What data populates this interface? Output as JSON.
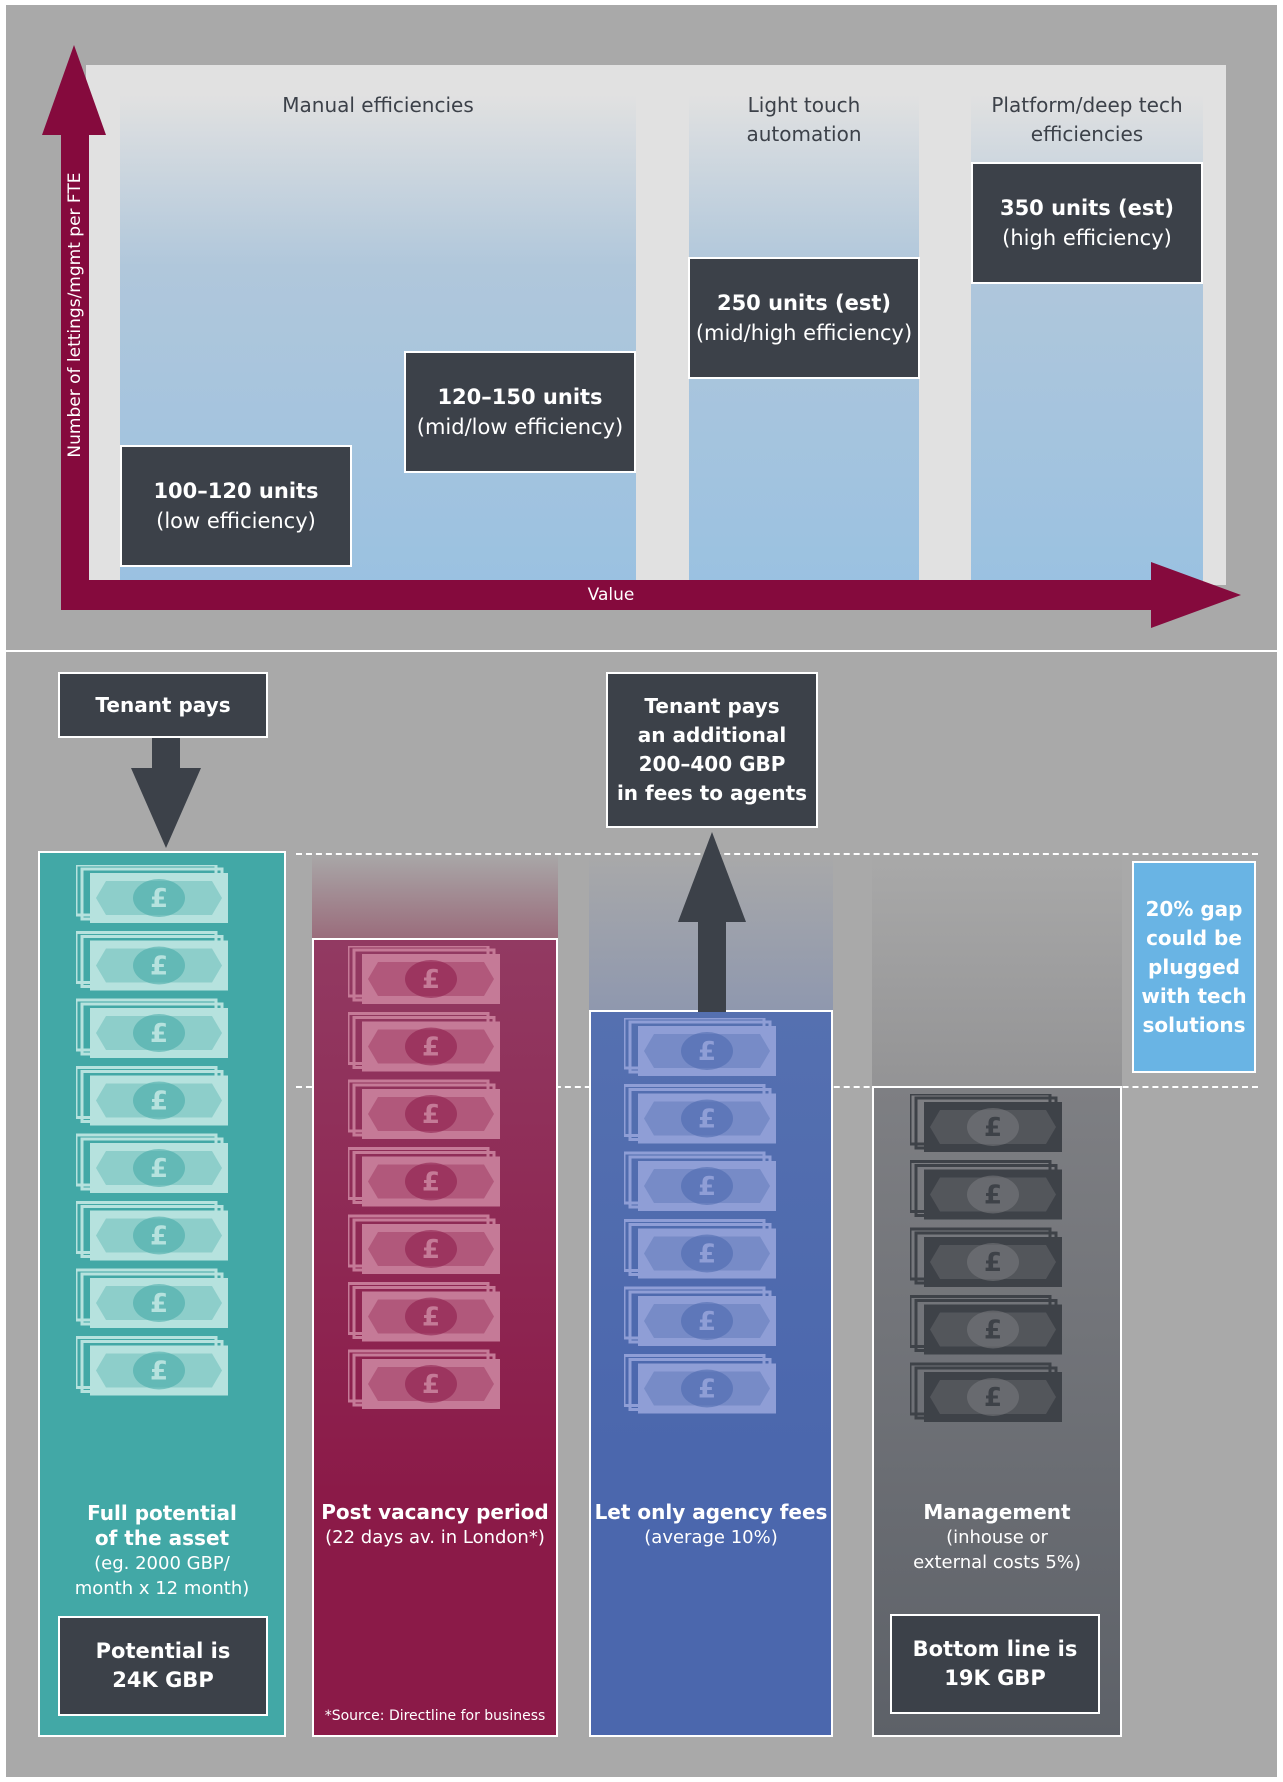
{
  "top_chart": {
    "y_axis_label": "Number of lettings/mgmt per FTE",
    "x_axis_label": "Value",
    "columns": [
      {
        "label": "Manual efficiencies"
      },
      {
        "label": "Light touch automation",
        "line1": "Light touch",
        "line2": "automation"
      },
      {
        "label": "Platform/deep tech efficiencies",
        "line1": "Platform/deep tech",
        "line2": "efficiencies"
      }
    ],
    "boxes": [
      {
        "units": "100–120 units",
        "note": "(low efficiency)"
      },
      {
        "units": "120–150 units",
        "note": "(mid/low efficiency)"
      },
      {
        "units": "250 units (est)",
        "note": "(mid/high efficiency)"
      },
      {
        "units": "350 units (est)",
        "note": "(high efficiency)"
      }
    ]
  },
  "bottom_diagram": {
    "tenant_pays": "Tenant pays",
    "tenant_pays_additional": [
      "Tenant pays",
      "an additional",
      "200–400 GBP",
      "in fees to agents"
    ],
    "gap_note": [
      "20% gap",
      "could be",
      "plugged",
      "with tech",
      "solutions"
    ],
    "bars": [
      {
        "title1": "Full potential",
        "title2": "of the asset",
        "sub1": "(eg. 2000 GBP/",
        "sub2": "month x 12 month)",
        "notes_count": 8
      },
      {
        "title1": "Post vacancy period",
        "sub1": "(22 days av. in London*)",
        "notes_count": 7
      },
      {
        "title1": "Let only agency fees",
        "sub1": "(average 10%)",
        "notes_count": 6
      },
      {
        "title1": "Management",
        "sub1": "(inhouse or",
        "sub2": "external costs 5%)",
        "notes_count": 5
      }
    ],
    "potential_box": [
      "Potential is",
      "24K GBP"
    ],
    "bottom_line_box": [
      "Bottom line is",
      "19K GBP"
    ],
    "source": "*Source: Directline for business",
    "icon": "pound-banknote-icon",
    "colors": {
      "teal": "#42a8a6",
      "crimson": "#8b1a48",
      "blue": "#4b67ad",
      "gray": "#6a6e74",
      "maroon_axis": "#850a3d",
      "dark_box": "#3c4149",
      "light_blue": "#69b4e4"
    }
  }
}
